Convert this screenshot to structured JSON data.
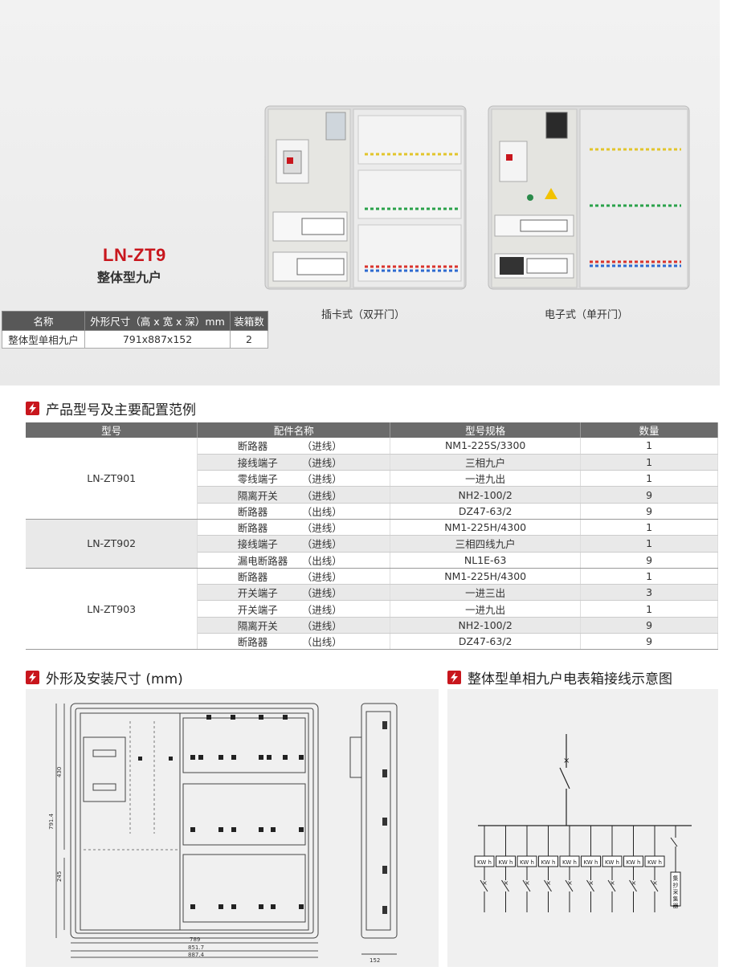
{
  "hero": {
    "model": "LN-ZT9",
    "subtitle": "整体型九户",
    "spec_headers": [
      "名称",
      "外形尺寸（高 x 宽 x 深）mm",
      "装箱数"
    ],
    "spec_row": [
      "整体型单相九户",
      "791x887x152",
      "2"
    ],
    "caption_left": "插卡式（双开门）",
    "caption_right": "电子式（单开门）"
  },
  "config": {
    "title": "产品型号及主要配置范例",
    "headers": [
      "型号",
      "配件名称",
      "型号规格",
      "数量"
    ],
    "groups": [
      {
        "model": "LN-ZT901",
        "rows": [
          {
            "part": "断路器",
            "dir": "（进线）",
            "spec": "NM1-225S/3300",
            "qty": "1"
          },
          {
            "part": "接线端子",
            "dir": "（进线）",
            "spec": "三相九户",
            "qty": "1"
          },
          {
            "part": "零线端子",
            "dir": "（进线）",
            "spec": "一进九出",
            "qty": "1"
          },
          {
            "part": "隔离开关",
            "dir": "（进线）",
            "spec": "NH2-100/2",
            "qty": "9"
          },
          {
            "part": "断路器",
            "dir": "（出线）",
            "spec": "DZ47-63/2",
            "qty": "9"
          }
        ]
      },
      {
        "model": "LN-ZT902",
        "rows": [
          {
            "part": "断路器",
            "dir": "（进线）",
            "spec": "NM1-225H/4300",
            "qty": "1"
          },
          {
            "part": "接线端子",
            "dir": "（进线）",
            "spec": "三相四线九户",
            "qty": "1"
          },
          {
            "part": "漏电断路器",
            "dir": "（出线）",
            "spec": "NL1E-63",
            "qty": "9"
          }
        ]
      },
      {
        "model": "LN-ZT903",
        "rows": [
          {
            "part": "断路器",
            "dir": "（进线）",
            "spec": "NM1-225H/4300",
            "qty": "1"
          },
          {
            "part": "开关端子",
            "dir": "（进线）",
            "spec": "一进三出",
            "qty": "3"
          },
          {
            "part": "开关端子",
            "dir": "（进线）",
            "spec": "一进九出",
            "qty": "1"
          },
          {
            "part": "隔离开关",
            "dir": "（进线）",
            "spec": "NH2-100/2",
            "qty": "9"
          },
          {
            "part": "断路器",
            "dir": "（出线）",
            "spec": "DZ47-63/2",
            "qty": "9"
          }
        ]
      }
    ]
  },
  "dims": {
    "title": "外形及安装尺寸 (mm)",
    "labels": {
      "h_total": "791.4",
      "h_upper": "430",
      "h_lower": "245",
      "w_inner": "789",
      "w_mid": "851.7",
      "w_total": "887.4",
      "depth": "152"
    }
  },
  "wiring": {
    "title": "整体型单相九户电表箱接线示意图",
    "meter_label": "KW h",
    "collector_label": "集抄采集器",
    "meter_count": 9
  },
  "colors": {
    "accent": "#c8161d",
    "header_bg": "#6b6b6b"
  }
}
